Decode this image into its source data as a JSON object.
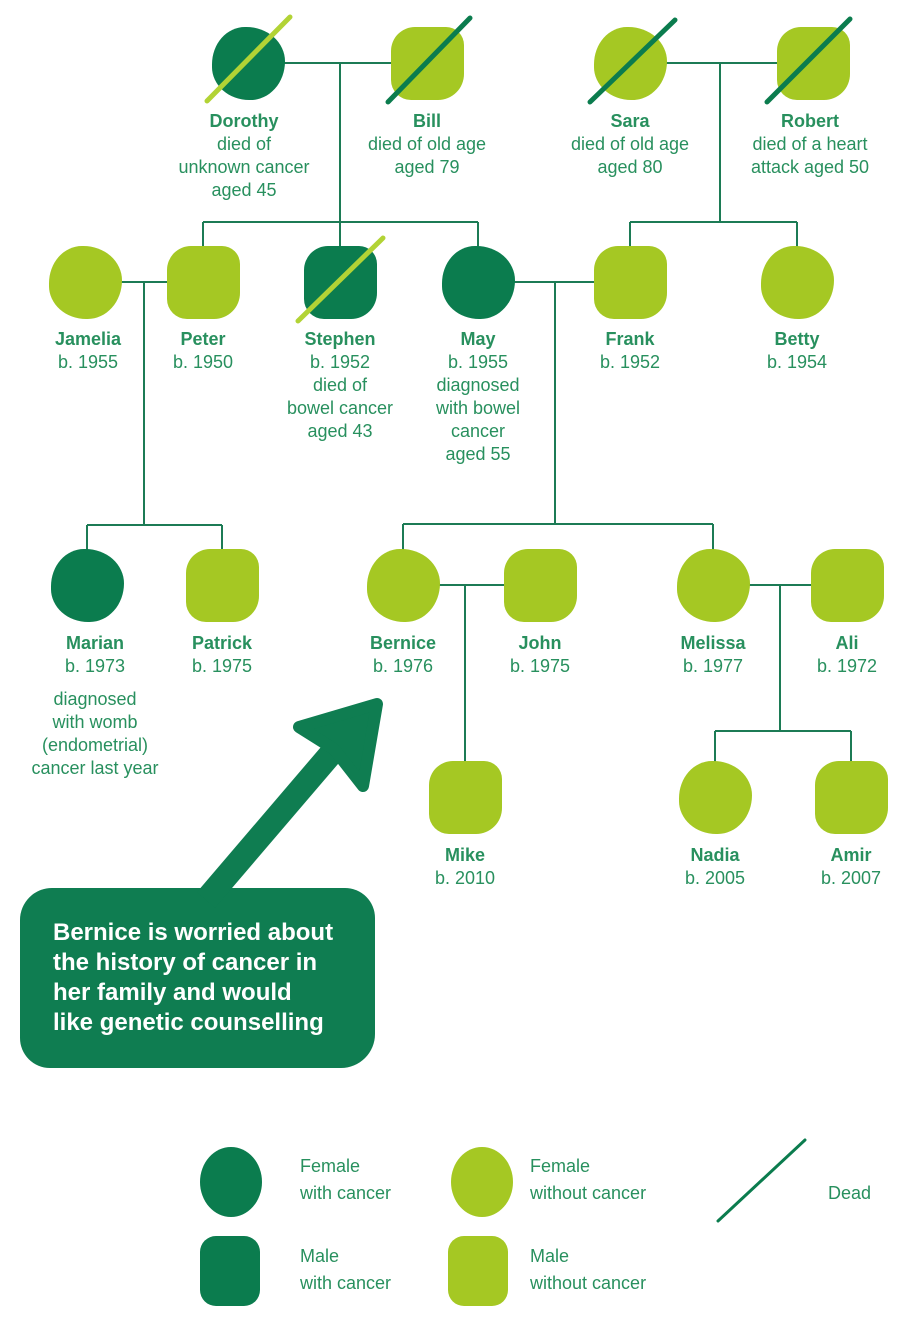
{
  "colors": {
    "cancer": "#0b7c4e",
    "nocancer": "#a5c823",
    "line": "#1c7b55",
    "text": "#28905e",
    "slashlight": "#b2d335",
    "bubble": "#0f7d51",
    "bubbletext": "#ffffff"
  },
  "persons": {
    "dorothy": {
      "name": "Dorothy",
      "sex": "female",
      "cancer": true,
      "dead": true,
      "details": "died of\nunknown cancer\naged 45"
    },
    "bill": {
      "name": "Bill",
      "sex": "male",
      "cancer": false,
      "dead": true,
      "details": "died of old age\naged 79"
    },
    "sara": {
      "name": "Sara",
      "sex": "female",
      "cancer": false,
      "dead": true,
      "details": "died of old age\naged 80"
    },
    "robert": {
      "name": "Robert",
      "sex": "male",
      "cancer": false,
      "dead": true,
      "details": "died of a heart\nattack aged 50"
    },
    "jamelia": {
      "name": "Jamelia",
      "sex": "female",
      "cancer": false,
      "dead": false,
      "details": "b. 1955"
    },
    "peter": {
      "name": "Peter",
      "sex": "male",
      "cancer": false,
      "dead": false,
      "details": "b. 1950"
    },
    "stephen": {
      "name": "Stephen",
      "sex": "male",
      "cancer": true,
      "dead": true,
      "details": "b. 1952\ndied of\nbowel cancer\naged 43"
    },
    "may": {
      "name": "May",
      "sex": "female",
      "cancer": true,
      "dead": false,
      "details": "b. 1955\ndiagnosed\nwith bowel\ncancer\naged 55"
    },
    "frank": {
      "name": "Frank",
      "sex": "male",
      "cancer": false,
      "dead": false,
      "details": "b. 1952"
    },
    "betty": {
      "name": "Betty",
      "sex": "female",
      "cancer": false,
      "dead": false,
      "details": "b. 1954"
    },
    "marian": {
      "name": "Marian",
      "sex": "female",
      "cancer": true,
      "dead": false,
      "details": "b. 1973",
      "note": "diagnosed\nwith womb\n(endometrial)\ncancer last year"
    },
    "patrick": {
      "name": "Patrick",
      "sex": "male",
      "cancer": false,
      "dead": false,
      "details": "b. 1975"
    },
    "bernice": {
      "name": "Bernice",
      "sex": "female",
      "cancer": false,
      "dead": false,
      "details": "b. 1976"
    },
    "john": {
      "name": "John",
      "sex": "male",
      "cancer": false,
      "dead": false,
      "details": "b. 1975"
    },
    "melissa": {
      "name": "Melissa",
      "sex": "female",
      "cancer": false,
      "dead": false,
      "details": "b. 1977"
    },
    "ali": {
      "name": "Ali",
      "sex": "male",
      "cancer": false,
      "dead": false,
      "details": "b. 1972"
    },
    "mike": {
      "name": "Mike",
      "sex": "male",
      "cancer": false,
      "dead": false,
      "details": "b. 2010"
    },
    "nadia": {
      "name": "Nadia",
      "sex": "female",
      "cancer": false,
      "dead": false,
      "details": "b. 2005"
    },
    "amir": {
      "name": "Amir",
      "sex": "male",
      "cancer": false,
      "dead": false,
      "details": "b. 2007"
    }
  },
  "callout": {
    "text": "Bernice is worried about\nthe history of cancer in\nher family and would\nlike genetic counselling"
  },
  "legend": {
    "female_with_cancer": "Female\nwith cancer",
    "female_without_cancer": "Female\nwithout cancer",
    "male_with_cancer": "Male\nwith cancer",
    "male_without_cancer": "Male\nwithout cancer",
    "dead": "Dead"
  }
}
